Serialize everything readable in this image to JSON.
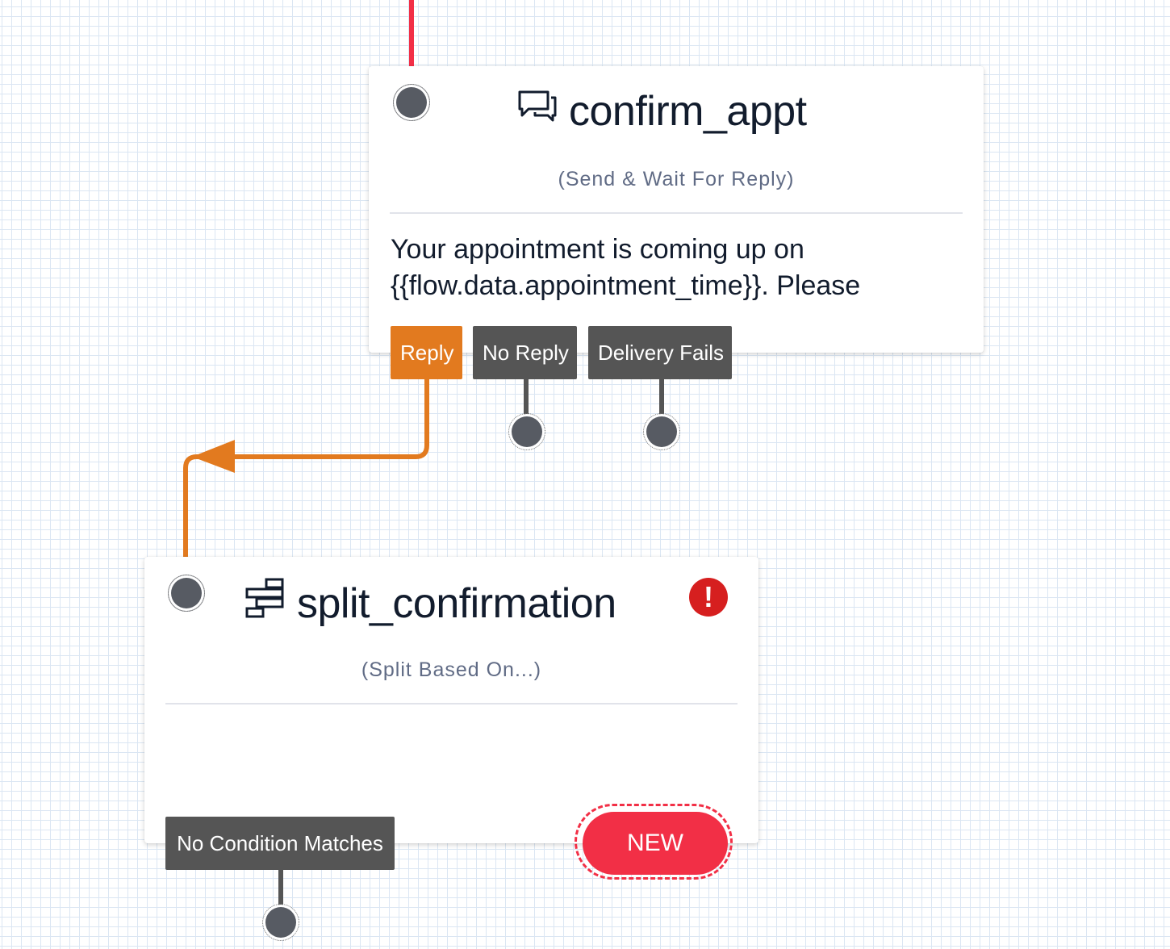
{
  "nodes": {
    "confirm_appt": {
      "title": "confirm_appt",
      "icon": "chat-bubbles-icon",
      "subtitle": "(Send & Wait For Reply)",
      "body_line1": "Your appointment is coming up on",
      "body_line2": "{{flow.data.appointment_time}}. Please",
      "transitions": {
        "reply": "Reply",
        "no_reply": "No Reply",
        "delivery_fails": "Delivery Fails"
      }
    },
    "split_confirmation": {
      "title": "split_confirmation",
      "icon": "split-icon",
      "subtitle": "(Split Based On...)",
      "warning_glyph": "!",
      "transitions": {
        "no_condition_matches": "No Condition Matches"
      },
      "new_button": "NEW"
    }
  },
  "colors": {
    "active_transition": "#e27a1f",
    "inactive_transition": "#555555",
    "incoming_wire": "#f22f46",
    "new_button": "#f22f46",
    "warning": "#d61f1f",
    "grid": "#dbe6f3"
  }
}
